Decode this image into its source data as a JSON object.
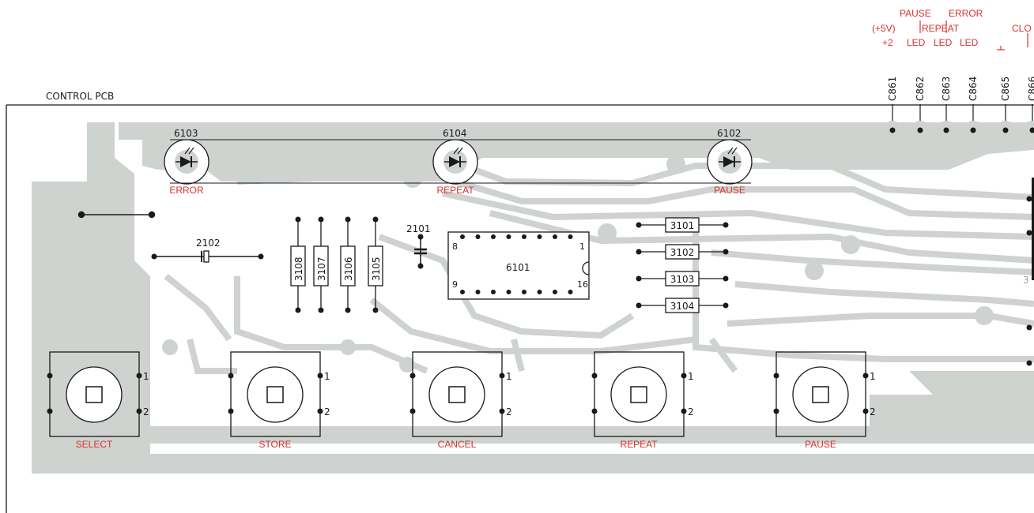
{
  "board_title": "CONTROL PCB",
  "connector": {
    "top_labels": {
      "pause": "PAUSE",
      "error": "ERROR",
      "plus5v": "(+5V)",
      "repeat": "REPEAT",
      "plus2": "+2",
      "led1": "LED",
      "led2": "LED",
      "led3": "LED",
      "clock_partial": "CLO"
    },
    "pins": [
      "C861",
      "C862",
      "C863",
      "C864",
      "C865",
      "C866"
    ]
  },
  "leds": [
    {
      "ref": "6103",
      "label": "ERROR"
    },
    {
      "ref": "6104",
      "label": "REPEAT"
    },
    {
      "ref": "6102",
      "label": "PAUSE"
    }
  ],
  "capacitors": [
    {
      "ref": "2102"
    },
    {
      "ref": "2101"
    }
  ],
  "vertical_resistors": [
    "3108",
    "3107",
    "3106",
    "3105"
  ],
  "horizontal_resistors": [
    "3101",
    "3102",
    "3103",
    "3104"
  ],
  "ic": {
    "ref": "6101",
    "pin_top_left": "8",
    "pin_top_right": "1",
    "pin_bottom_left": "9",
    "pin_bottom_right": "16"
  },
  "switches": [
    {
      "label": "SELECT",
      "pin1": "1",
      "pin2": "2"
    },
    {
      "label": "STORE",
      "pin1": "1",
      "pin2": "2"
    },
    {
      "label": "CANCEL",
      "pin1": "1",
      "pin2": "2"
    },
    {
      "label": "REPEAT",
      "pin1": "1",
      "pin2": "2"
    },
    {
      "label": "PAUSE",
      "pin1": "1",
      "pin2": "2"
    }
  ],
  "edge_partial_text": "3",
  "colors": {
    "trace": "#cfd3d0",
    "outline": "#1a1a1a",
    "label_red": "#d6332f",
    "background": "#ffffff"
  }
}
